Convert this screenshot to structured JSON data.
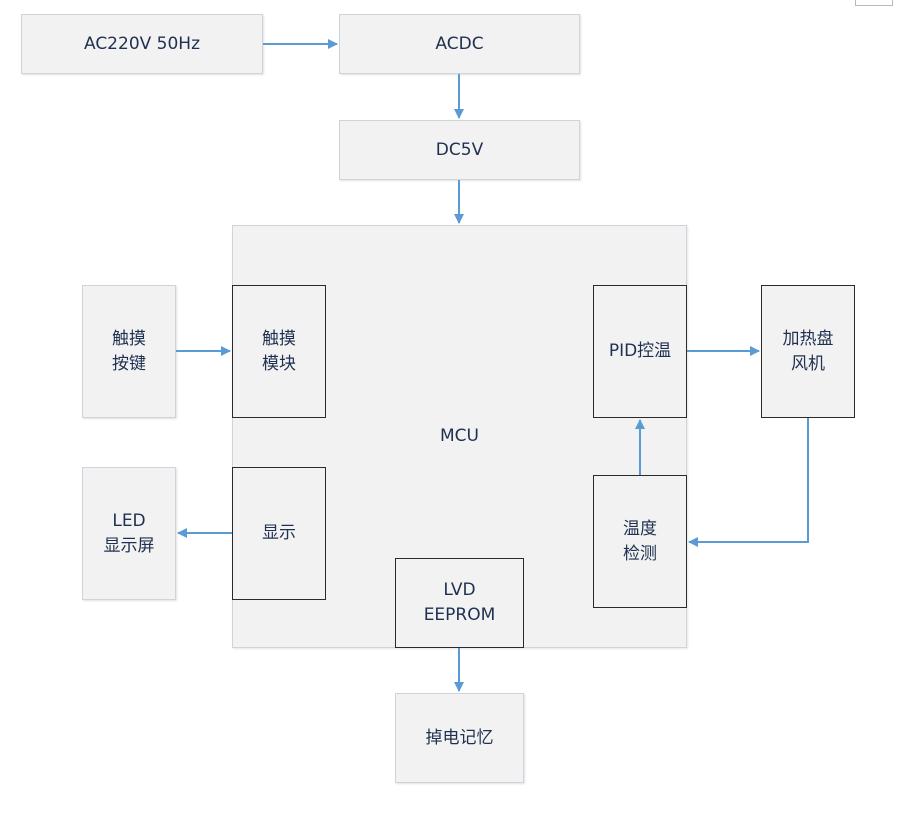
{
  "blocks": {
    "ac_input": "AC220V 50Hz",
    "acdc": "ACDC",
    "dc5v": "DC5V",
    "mcu": "MCU",
    "touch_key": [
      "触摸",
      "按键"
    ],
    "touch_module": [
      "触摸",
      "模块"
    ],
    "led_screen": [
      "LED",
      "显示屏"
    ],
    "display": "显示",
    "pid": "PID控温",
    "heater_fan": [
      "加热盘",
      "风机"
    ],
    "temp_detect": [
      "温度",
      "检测"
    ],
    "lvd_eeprom": [
      "LVD",
      "EEPROM"
    ],
    "power_off_memory": "掉电记忆"
  },
  "colors": {
    "arrow": "#5b9bd5",
    "box_fill": "#f2f2f2",
    "text": "#1f3050"
  }
}
